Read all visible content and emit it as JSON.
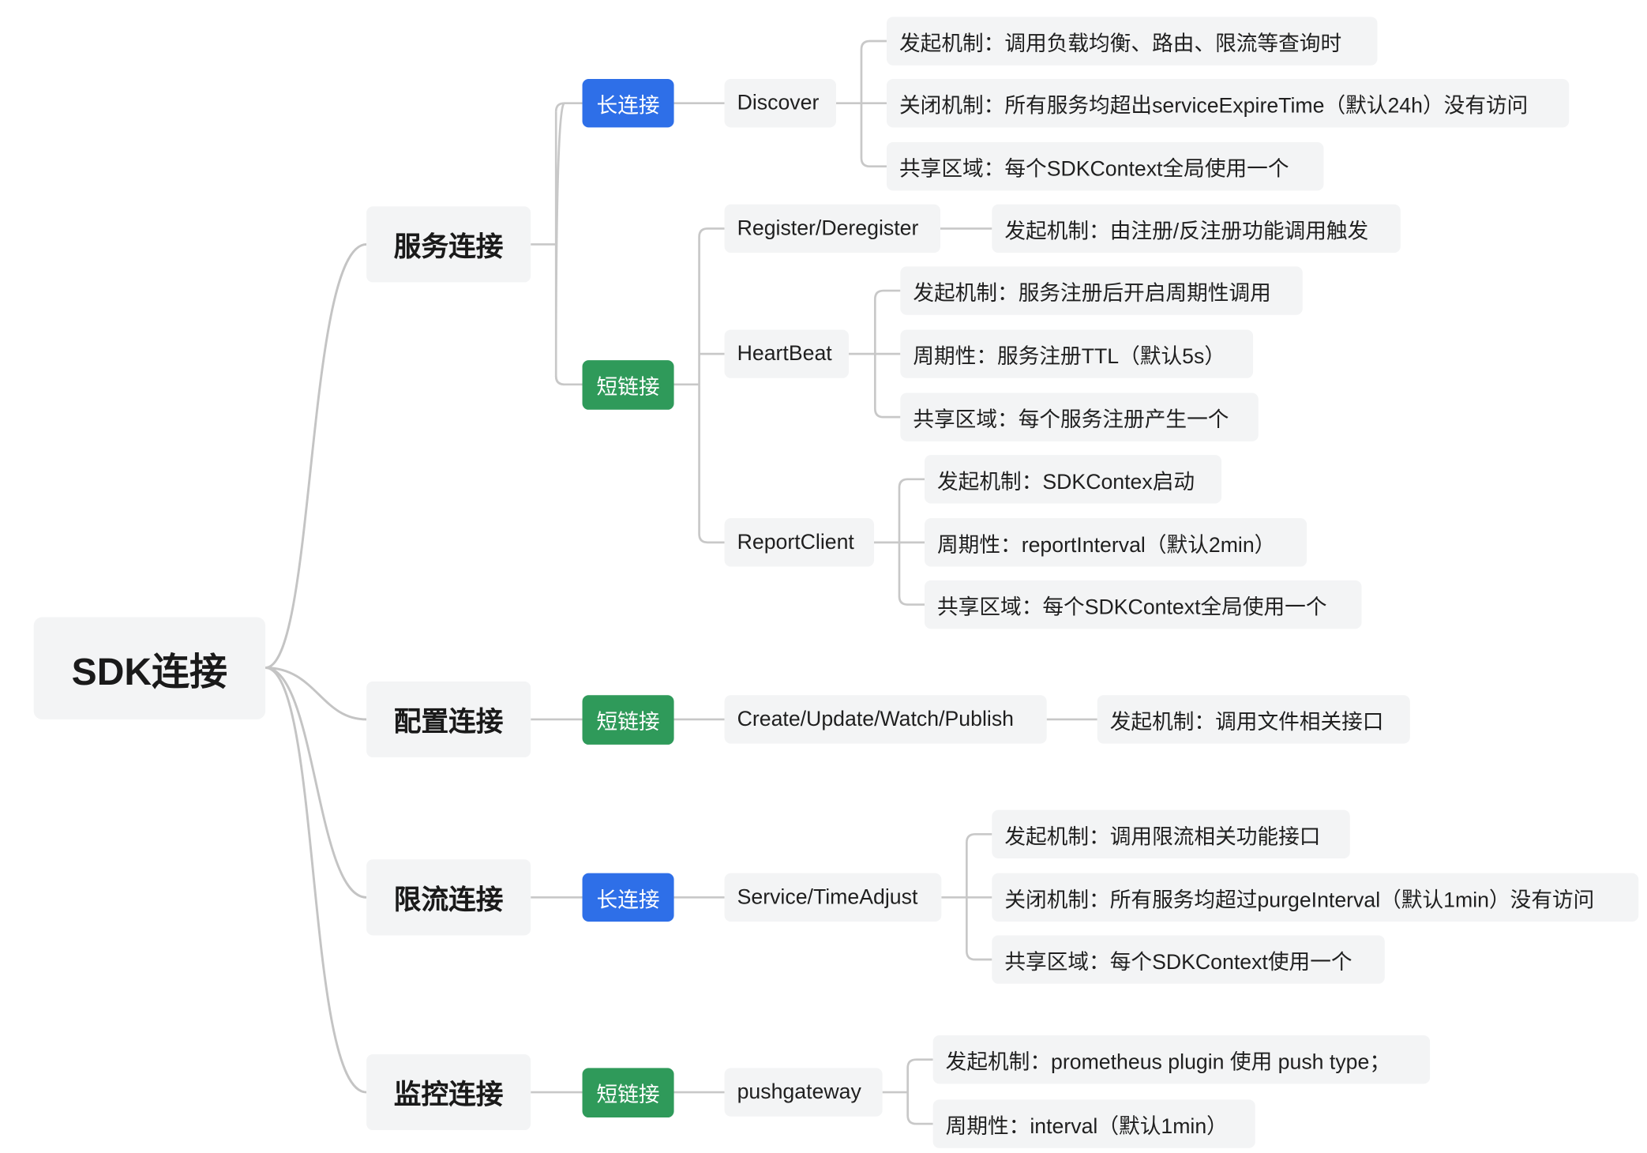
{
  "root": "SDK连接",
  "groups": {
    "service": "服务连接",
    "config": "配置连接",
    "ratelimit": "限流连接",
    "monitor": "监控连接"
  },
  "tags": {
    "long": "长连接",
    "short": "短链接"
  },
  "nodes": {
    "discover": "Discover",
    "register": "Register/Deregister",
    "heartbeat": "HeartBeat",
    "reportclient": "ReportClient",
    "config_ops": "Create/Update/Watch/Publish",
    "time_adjust": "Service/TimeAdjust",
    "pushgateway": "pushgateway"
  },
  "leaves": {
    "discover_trigger": "发起机制：调用负载均衡、路由、限流等查询时",
    "discover_close": "关闭机制：所有服务均超出serviceExpireTime（默认24h）没有访问",
    "discover_share": "共享区域：每个SDKContext全局使用一个",
    "register_trigger": "发起机制：由注册/反注册功能调用触发",
    "heartbeat_trigger": "发起机制：服务注册后开启周期性调用",
    "heartbeat_period": "周期性：服务注册TTL（默认5s）",
    "heartbeat_share": "共享区域：每个服务注册产生一个",
    "report_trigger": "发起机制：SDKContex启动",
    "report_period": "周期性：reportInterval（默认2min）",
    "report_share": "共享区域：每个SDKContext全局使用一个",
    "config_trigger": "发起机制：调用文件相关接口",
    "ratelimit_trigger": "发起机制：调用限流相关功能接口",
    "ratelimit_close": "关闭机制：所有服务均超过purgeInterval（默认1min）没有访问",
    "ratelimit_share": "共享区域：每个SDKContext使用一个",
    "monitor_trigger": "发起机制：prometheus plugin 使用 push type；",
    "monitor_period": "周期性：interval（默认1min）"
  },
  "colors": {
    "long_tag": "#2e6fe8",
    "short_tag": "#2f9a5a",
    "node_bg": "#f3f4f5",
    "connector": "#c8c8c8"
  }
}
